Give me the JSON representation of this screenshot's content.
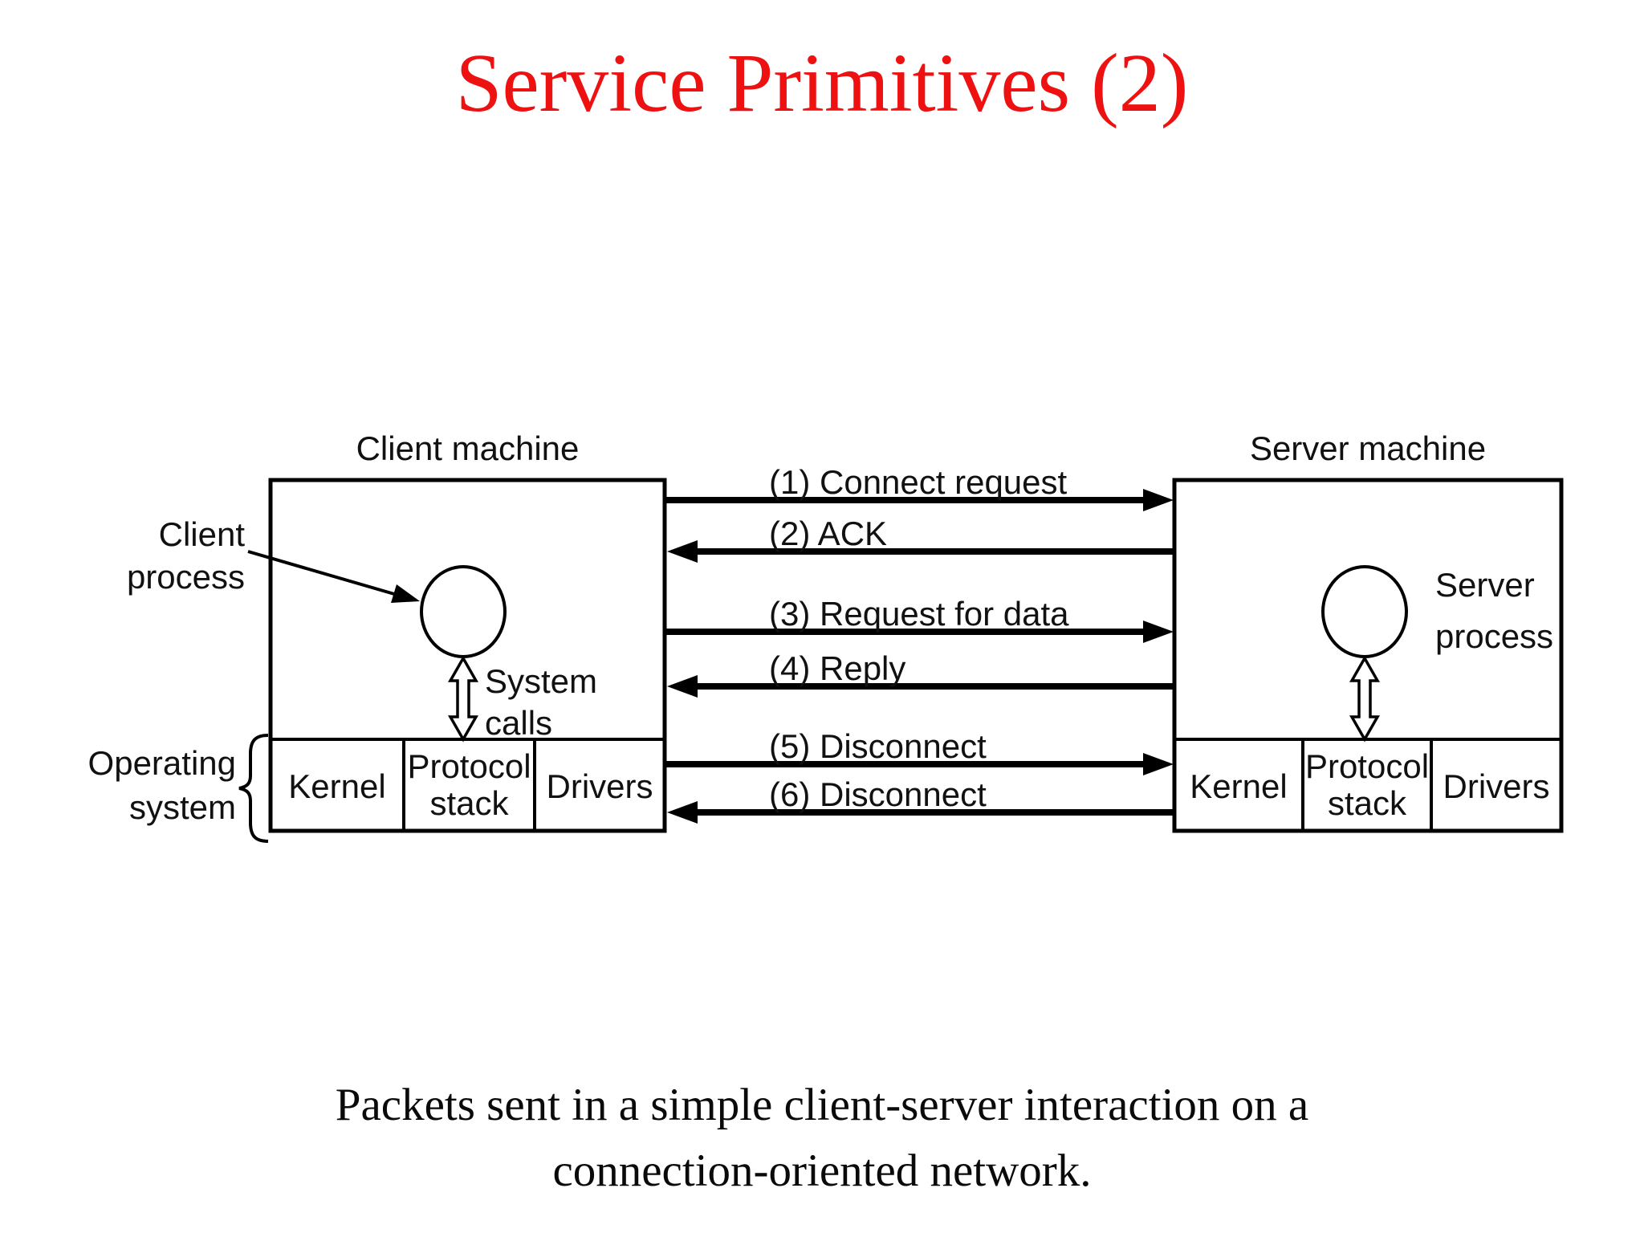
{
  "slide": {
    "title": "Service Primitives (2)",
    "title_color": "#ee1111",
    "caption_line1": "Packets sent in a simple client-server interaction on a",
    "caption_line2": "connection-oriented network."
  },
  "diagram": {
    "client": {
      "machine_label": "Client machine",
      "process_label_line1": "Client",
      "process_label_line2": "process",
      "system_calls_line1": "System",
      "system_calls_line2": "calls",
      "os_label_line1": "Operating",
      "os_label_line2": "system",
      "kernel": "Kernel",
      "protocol_line1": "Protocol",
      "protocol_line2": "stack",
      "drivers": "Drivers"
    },
    "server": {
      "machine_label": "Server machine",
      "process_label_line1": "Server",
      "process_label_line2": "process",
      "kernel": "Kernel",
      "protocol_line1": "Protocol",
      "protocol_line2": "stack",
      "drivers": "Drivers"
    },
    "messages": [
      {
        "label": "(1) Connect request",
        "direction": "right"
      },
      {
        "label": "(2) ACK",
        "direction": "left"
      },
      {
        "label": "(3) Request for data",
        "direction": "right"
      },
      {
        "label": "(4) Reply",
        "direction": "left"
      },
      {
        "label": "(5) Disconnect",
        "direction": "right"
      },
      {
        "label": "(6) Disconnect",
        "direction": "left"
      }
    ]
  }
}
